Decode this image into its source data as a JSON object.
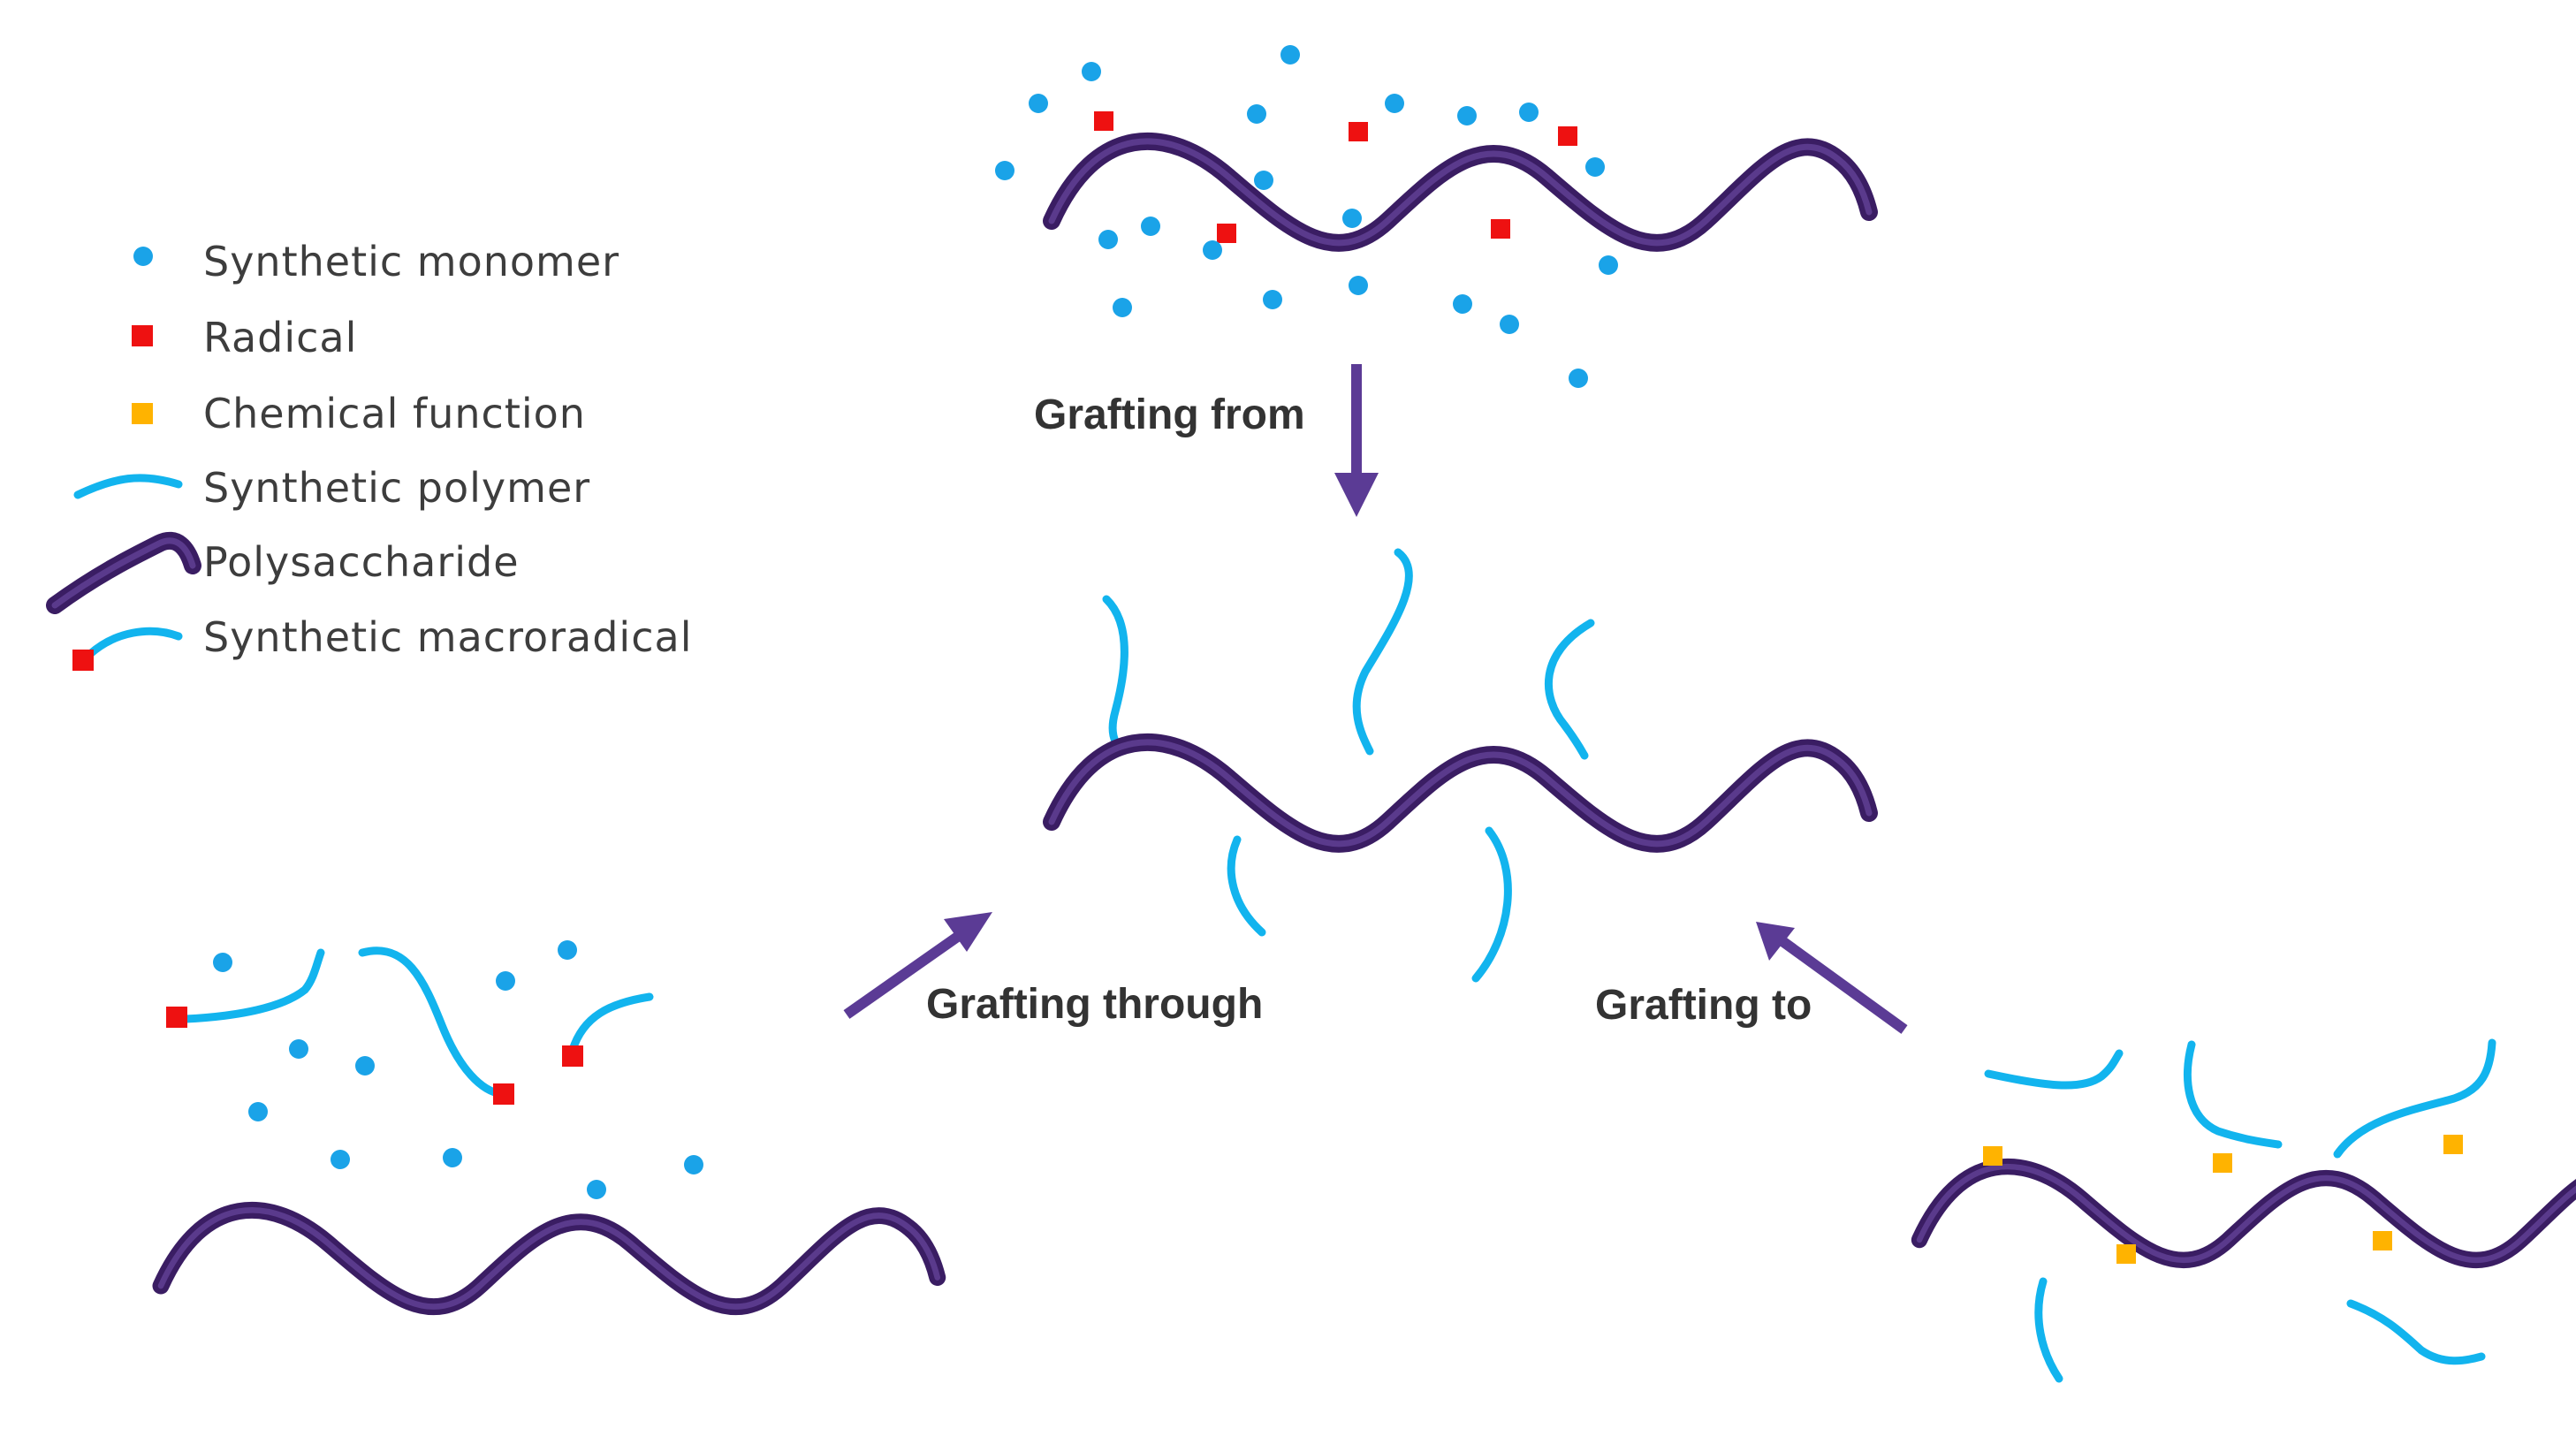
{
  "legend": {
    "synthetic_monomer": "Synthetic monomer",
    "radical": "Radical",
    "chemical_function": "Chemical function",
    "synthetic_polymer": "Synthetic polymer",
    "polysaccharide": "Polysaccharide",
    "synthetic_macroradical": "Synthetic macroradical"
  },
  "steps": {
    "grafting_from": "Grafting from",
    "grafting_through": "Grafting through",
    "grafting_to": "Grafting to"
  },
  "colors": {
    "monomer": "#1aa3e8",
    "radical": "#ee1111",
    "chemical_function": "#ffb300",
    "synthetic_polymer": "#12b4ee",
    "polysaccharide": "#3a1d63",
    "arrow": "#5b3b95"
  }
}
